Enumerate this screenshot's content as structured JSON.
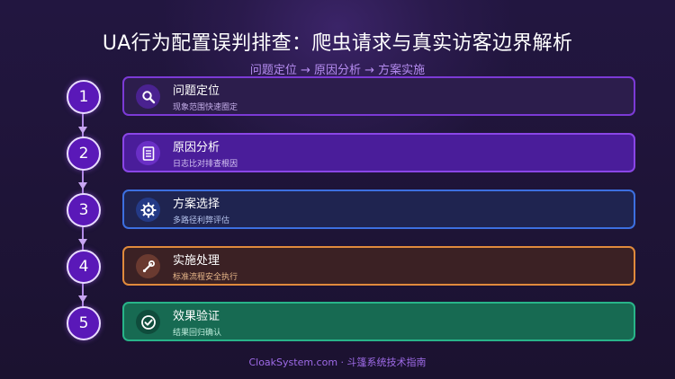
{
  "header": {
    "title": "UA行为配置误判排查：爬虫请求与真实访客边界解析",
    "subtitle": "问题定位 → 原因分析 → 方案实施"
  },
  "steps": [
    {
      "number": "1",
      "title": "问题定位",
      "desc": "现象范围快速圈定",
      "icon": "search-icon",
      "colors": {
        "bg": "#2c1d4c",
        "border": "#7c3ad6",
        "icon_bg": "#4a2290",
        "desc": "#c3ade8"
      }
    },
    {
      "number": "2",
      "title": "原因分析",
      "desc": "日志比对排查根因",
      "icon": "document-icon",
      "colors": {
        "bg": "#4a1d9a",
        "border": "#8a46e6",
        "icon_bg": "#6a2fc6",
        "desc": "#d6c6f4"
      }
    },
    {
      "number": "3",
      "title": "方案选择",
      "desc": "多路径利弊评估",
      "icon": "gear-icon",
      "colors": {
        "bg": "#1f2450",
        "border": "#3c6fe0",
        "icon_bg": "#243a86",
        "desc": "#b5c3ec"
      }
    },
    {
      "number": "4",
      "title": "实施处理",
      "desc": "标准流程安全执行",
      "icon": "wrench-icon",
      "colors": {
        "bg": "#3b2124",
        "border": "#e08a3c",
        "icon_bg": "#6a3a30",
        "desc": "#e9b88a"
      }
    },
    {
      "number": "5",
      "title": "效果验证",
      "desc": "结果回归确认",
      "icon": "check-circle-icon",
      "colors": {
        "bg": "#176a52",
        "border": "#28b489",
        "icon_bg": "#0f4c3c",
        "desc": "#bfeedd"
      }
    }
  ],
  "footer": {
    "text": "CloakSystem.com · 斗篷系统技术指南"
  },
  "colors": {
    "background": "#1b1230",
    "accent": "#b58cf0",
    "circle": "#5a18b8"
  }
}
